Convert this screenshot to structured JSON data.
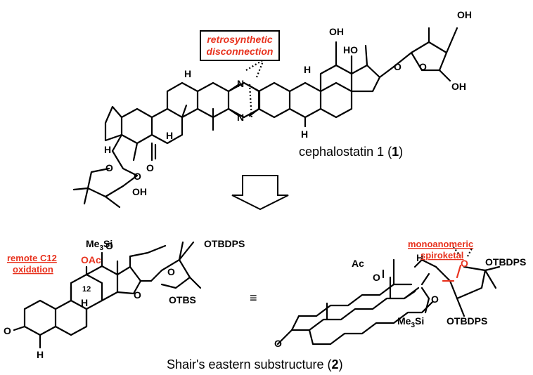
{
  "top": {
    "caption_text": "cephalostatin 1 (",
    "caption_num": "1",
    "caption_end": ")",
    "disconnection_line1": "retrosynthetic",
    "disconnection_line2": "disconnection",
    "atoms": {
      "oh1": "OH",
      "oh2": "OH",
      "ho": "HO",
      "oh3": "OH",
      "oh4": "OH",
      "n1": "N",
      "n2": "N",
      "o_ring1": "O",
      "o_ring2": "O",
      "o_ring3": "O",
      "o_ring4": "O",
      "o_ket": "O",
      "h": "H"
    }
  },
  "bottom": {
    "caption_text": "Shair's eastern substructure (",
    "caption_num": "2",
    "caption_end": ")",
    "remote_line1": "remote C12",
    "remote_line2": "oxidation",
    "spiro_line1": "monoanomeric",
    "spiro_line2": "spiroketal",
    "equiv": "≡",
    "atoms": {
      "oac": "OAc",
      "c12": "12",
      "me3si": "Me",
      "si": "Si",
      "sub3": "3",
      "otbdps1": "OTBDPS",
      "otbs": "OTBS",
      "o": "O",
      "h": "H",
      "ac": "Ac",
      "otbdps2": "OTBDPS",
      "otbdps3": "OTBDPS"
    }
  },
  "colors": {
    "accent": "#e8321e",
    "ink": "#000000"
  }
}
